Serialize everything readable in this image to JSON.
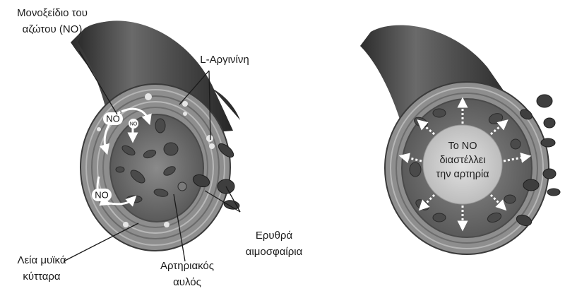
{
  "labels": {
    "nitric_oxide_line1": "Μονοξείδιο του",
    "nitric_oxide_line2": "αζώτου (NO)",
    "l_arginine": "L-Αργινίνη",
    "smooth_muscle_line1": "Λεία μυϊκά",
    "smooth_muscle_line2": "κύτταρα",
    "arterial_lumen_line1": "Αρτηριακός",
    "arterial_lumen_line2": "αυλός",
    "red_blood_cells_line1": "Ερυθρά",
    "red_blood_cells_line2": "αιμοσφαίρια",
    "no_tag_1": "NO",
    "no_tag_2": "NO",
    "no_tag_small": "NO"
  },
  "dilation": {
    "line1": "Το NO",
    "line2": "διαστέλλει",
    "line3": "την αρτηρία"
  },
  "colors": {
    "vessel_outer": "#5c5c5c",
    "vessel_dark": "#2e2e2e",
    "wall_rings": "#9a9a9a",
    "lumen": "#6e6e6e",
    "rbc": "#4a4a4a",
    "center_circle": "#cfcfcf"
  }
}
